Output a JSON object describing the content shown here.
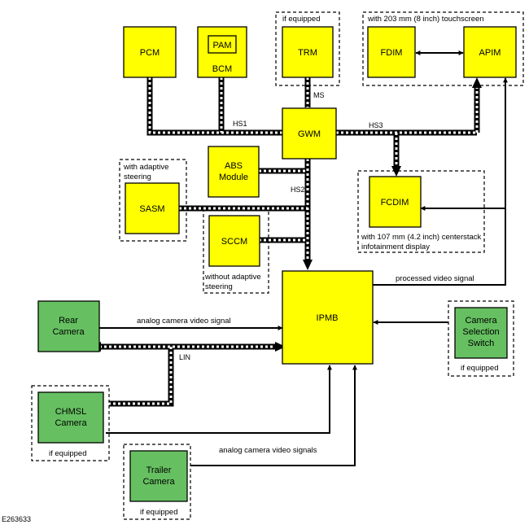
{
  "modules": {
    "pcm": "PCM",
    "pam": "PAM",
    "bcm": "BCM",
    "trm": "TRM",
    "fdim": "FDIM",
    "apim": "APIM",
    "gwm": "GWM",
    "abs_line1": "ABS",
    "abs_line2": "Module",
    "sasm": "SASM",
    "sccm": "SCCM",
    "fcdim": "FCDIM",
    "ipmb": "IPMB",
    "rear_camera_line1": "Rear",
    "rear_camera_line2": "Camera",
    "chmsl_line1": "CHMSL",
    "chmsl_line2": "Camera",
    "trailer_line1": "Trailer",
    "trailer_line2": "Camera",
    "selector_line1": "Camera",
    "selector_line2": "Selection",
    "selector_line3": "Switch"
  },
  "bus_labels": {
    "ms": "MS",
    "hs1": "HS1",
    "hs2": "HS2",
    "hs3": "HS3",
    "lin": "LIN"
  },
  "notes": {
    "trm_if_equipped": "if equipped",
    "apim_touchscreen": "with 203 mm (8 inch) touchscreen",
    "sasm_line1": "with adaptive",
    "sasm_line2": "steering",
    "sccm_line1": "without adaptive",
    "sccm_line2": "steering",
    "fcdim_line1": "with 107 mm (4.2 inch) centerstack",
    "fcdim_line2": "infotainment display",
    "selector_if_equipped": "if equipped",
    "chmsl_if_equipped": "if equipped",
    "trailer_if_equipped": "if equipped"
  },
  "signals": {
    "processed_video": "processed video signal",
    "analog_video": "analog camera video signal",
    "analog_videos": "analog camera video signals"
  },
  "figure_id": "E263633",
  "colors": {
    "module": "#ffff00",
    "camera": "#66c061",
    "line": "#000000"
  }
}
